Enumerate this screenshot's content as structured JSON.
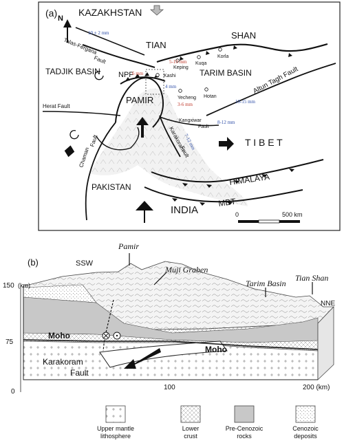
{
  "panel_a": {
    "panel_label": "(a)",
    "north": "N",
    "countries": {
      "kazakhstan": "KAZAKHSTAN",
      "tibet": "T I B E T",
      "pakistan": "PAKISTAN",
      "india": "INDIA"
    },
    "regions": {
      "tian": "TIAN",
      "shan": "SHAN",
      "tadjik_basin": "TADJIK BASIN",
      "tarim_basin": "TARIM BASIN",
      "pamir": "PAMIR",
      "himalaya": "HIMALAYA",
      "mbt": "MBT",
      "npf": "NPF"
    },
    "faults": {
      "talas_fergana": "Talas-Fergana",
      "talas_fergana_2": "Fault",
      "herat": "Herat Fault",
      "chaman": "Chaman",
      "chaman_2": "Fault",
      "altun_tagh": "Altun  Tagh  Fault",
      "kangxiwar": "Kangxiwar",
      "kangxiwar_2": "Fault",
      "karakoram": "Karakoram",
      "karakoram_2": "Fault"
    },
    "towns": {
      "kashi": "Kashi",
      "keping": "Keping",
      "kuqa": "Kuqa",
      "korla": "Korla",
      "yecheng": "Yecheng",
      "hotan": "Hotan"
    },
    "rates": {
      "r1": "10 ± 2 mm",
      "r2": "5-10 mm",
      "r3": "6 mm",
      "r4": "4 mm",
      "r5": "3-6 mm",
      "r6": "10-15 mm",
      "r7": "8-12 mm",
      "r8": "7-12 mm"
    },
    "scale": {
      "zero": "0",
      "end": "500 km"
    }
  },
  "panel_b": {
    "panel_label": "(b)",
    "labels": {
      "pamir": "Pamir",
      "ssw": "SSW",
      "muji": "Muji Graben",
      "tarim": "Tarim Basin",
      "tianshan": "Tian Shan",
      "nne": "NNE",
      "moho_left": "Moho",
      "moho_right": "Moho",
      "karakoram": "Karakoram",
      "karakoram_2": "Fault"
    },
    "y_axis": {
      "top": "150",
      "unit": "(km)",
      "mid": "75",
      "bottom": "0"
    },
    "x_axis": {
      "mid": "100",
      "end": "200 (km)"
    }
  },
  "legend": [
    {
      "line1": "Upper mantle",
      "line2": "lithosphere"
    },
    {
      "line1": "Lower",
      "line2": "crust"
    },
    {
      "line1": "Pre-Cenozoic",
      "line2": "rocks"
    },
    {
      "line1": "Cenozoic",
      "line2": "deposits"
    }
  ],
  "colors": {
    "rate_blue": "#2f4fa8",
    "rate_red": "#c0392b",
    "pre_cenozoic": "#c8c8c8"
  }
}
